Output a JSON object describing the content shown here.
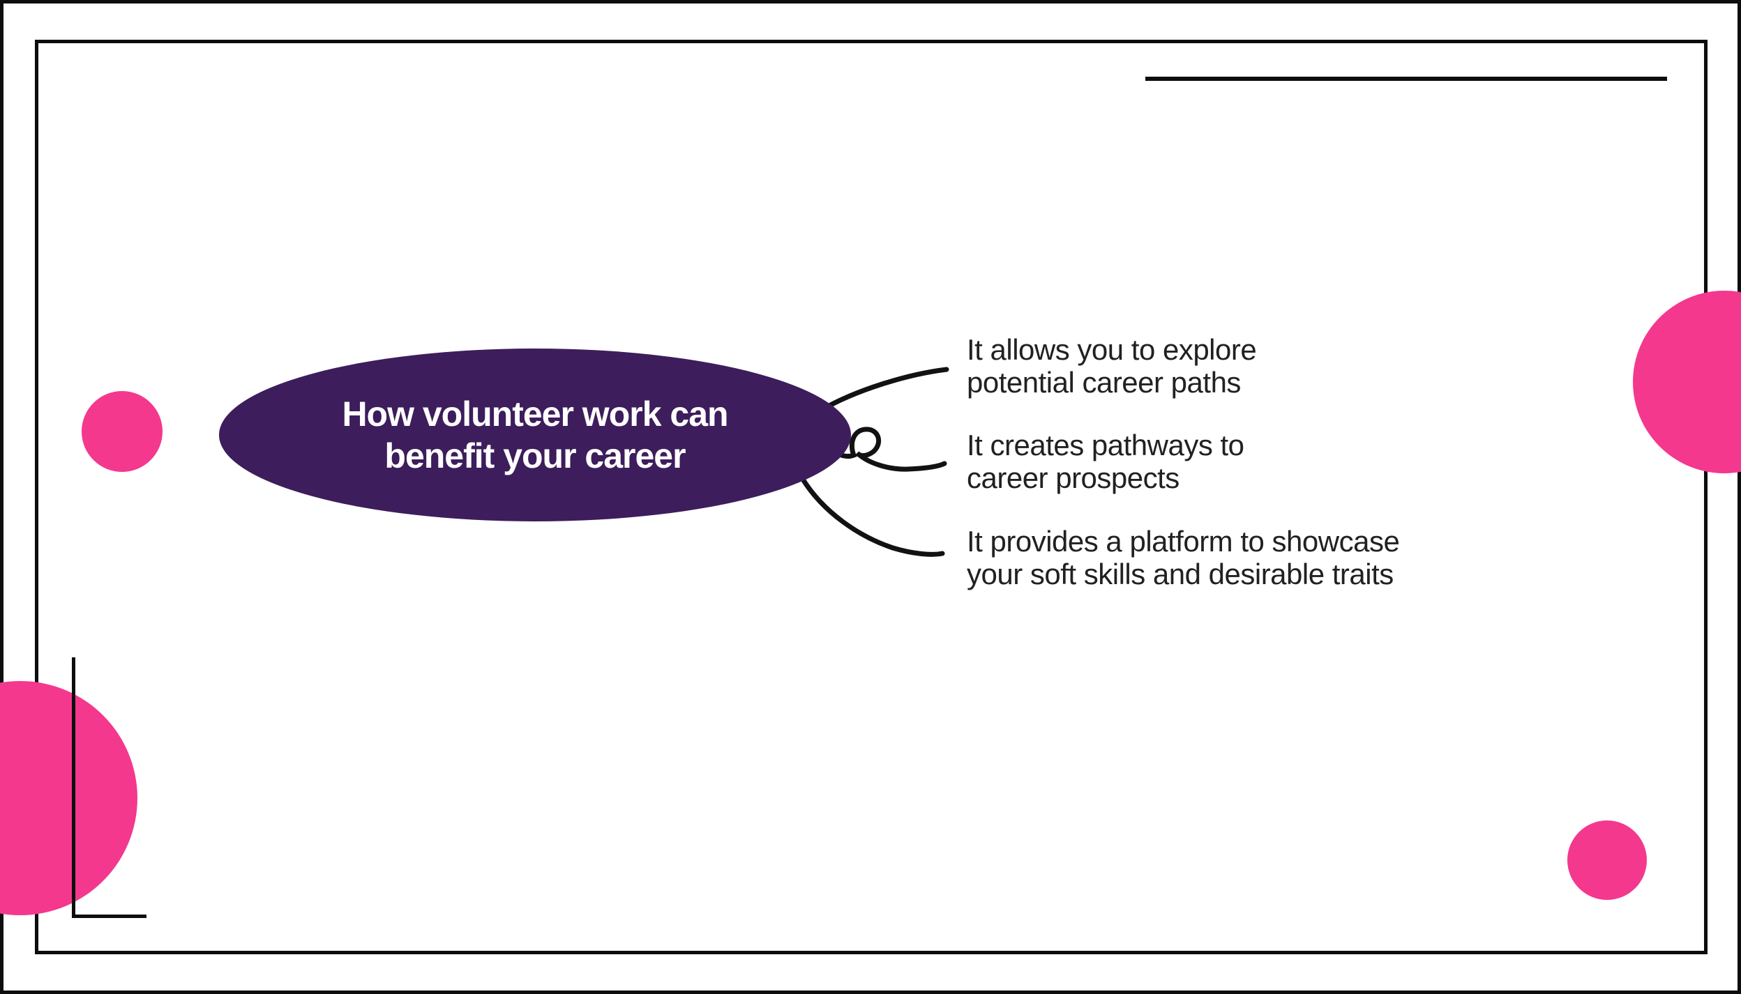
{
  "slide": {
    "type": "mind-map slide",
    "background": "#ffffff"
  },
  "colors": {
    "purple": "#3d1d5c",
    "pink": "#f4388e",
    "stroke_black": "#121212",
    "frame_black": "#0d0d0d",
    "body_text": "#212121",
    "title_text": "#ffffff"
  },
  "mindmap": {
    "central": {
      "full_text": "How volunteer work can benefit your career",
      "lines": [
        "How volunteer work can",
        "benefit your career"
      ]
    },
    "branches": [
      {
        "full_text": "It allows you to explore potential career paths",
        "lines": [
          "It allows you to explore",
          "potential career paths"
        ]
      },
      {
        "full_text": "It creates pathways to career prospects",
        "lines": [
          "It creates pathways to",
          "career prospects"
        ]
      },
      {
        "full_text": "It provides a platform to showcase your soft skills and desirable traits",
        "lines": [
          "It provides a platform to showcase",
          "your soft skills and desirable traits"
        ]
      }
    ]
  }
}
